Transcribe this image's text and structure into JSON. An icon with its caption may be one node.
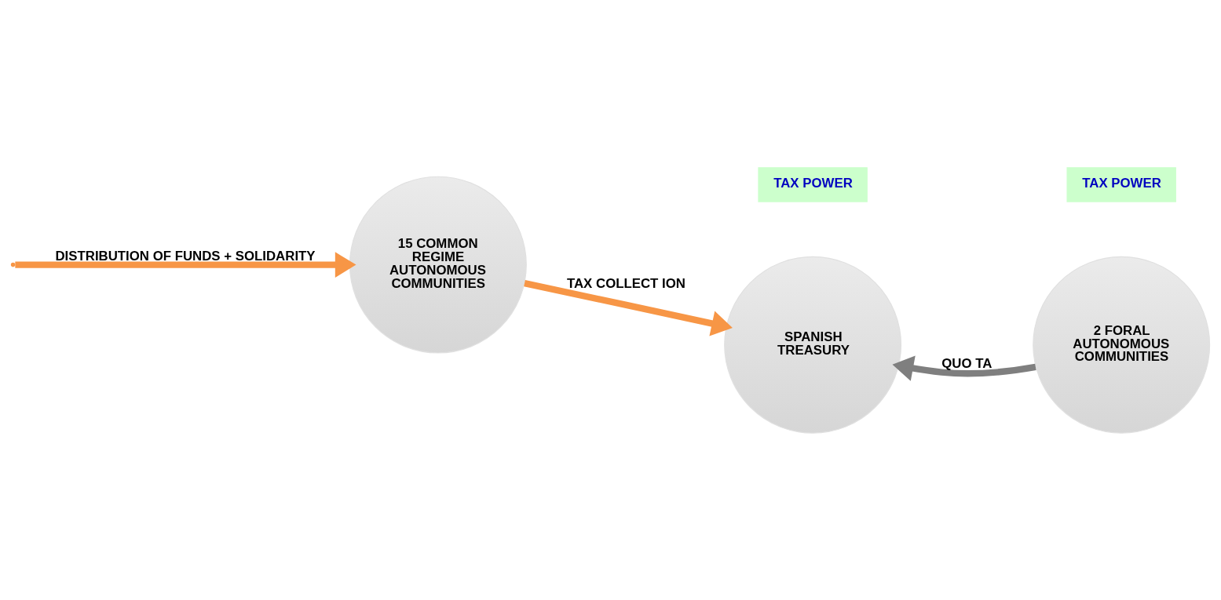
{
  "diagram": {
    "nodes": [
      {
        "text": [
          "TAX POWER"
        ]
      },
      {
        "text": [
          "TAX POWER"
        ]
      },
      {
        "text": [
          "15 COMMON REGIME AUTONOMOUS COMMUNITIES"
        ]
      },
      {
        "text": [
          "SPANISH TREASURY"
        ]
      },
      {
        "text": [
          "2 FORAL AUTONOMOUS COMMUNITIES"
        ]
      }
    ],
    "edges": [
      {
        "from": 2,
        "to": 3,
        "arrow": "to",
        "label": "TAX COLLECT ION"
      },
      {
        "from": 4,
        "to": 3,
        "arrow": "to",
        "label": "QUO TA",
        "color": "#7f7f7f"
      },
      {
        "from": null,
        "to": 2,
        "arrow": "to",
        "label": "DISTRIBUTION OF FUNDS + SOLIDARITY"
      }
    ]
  }
}
